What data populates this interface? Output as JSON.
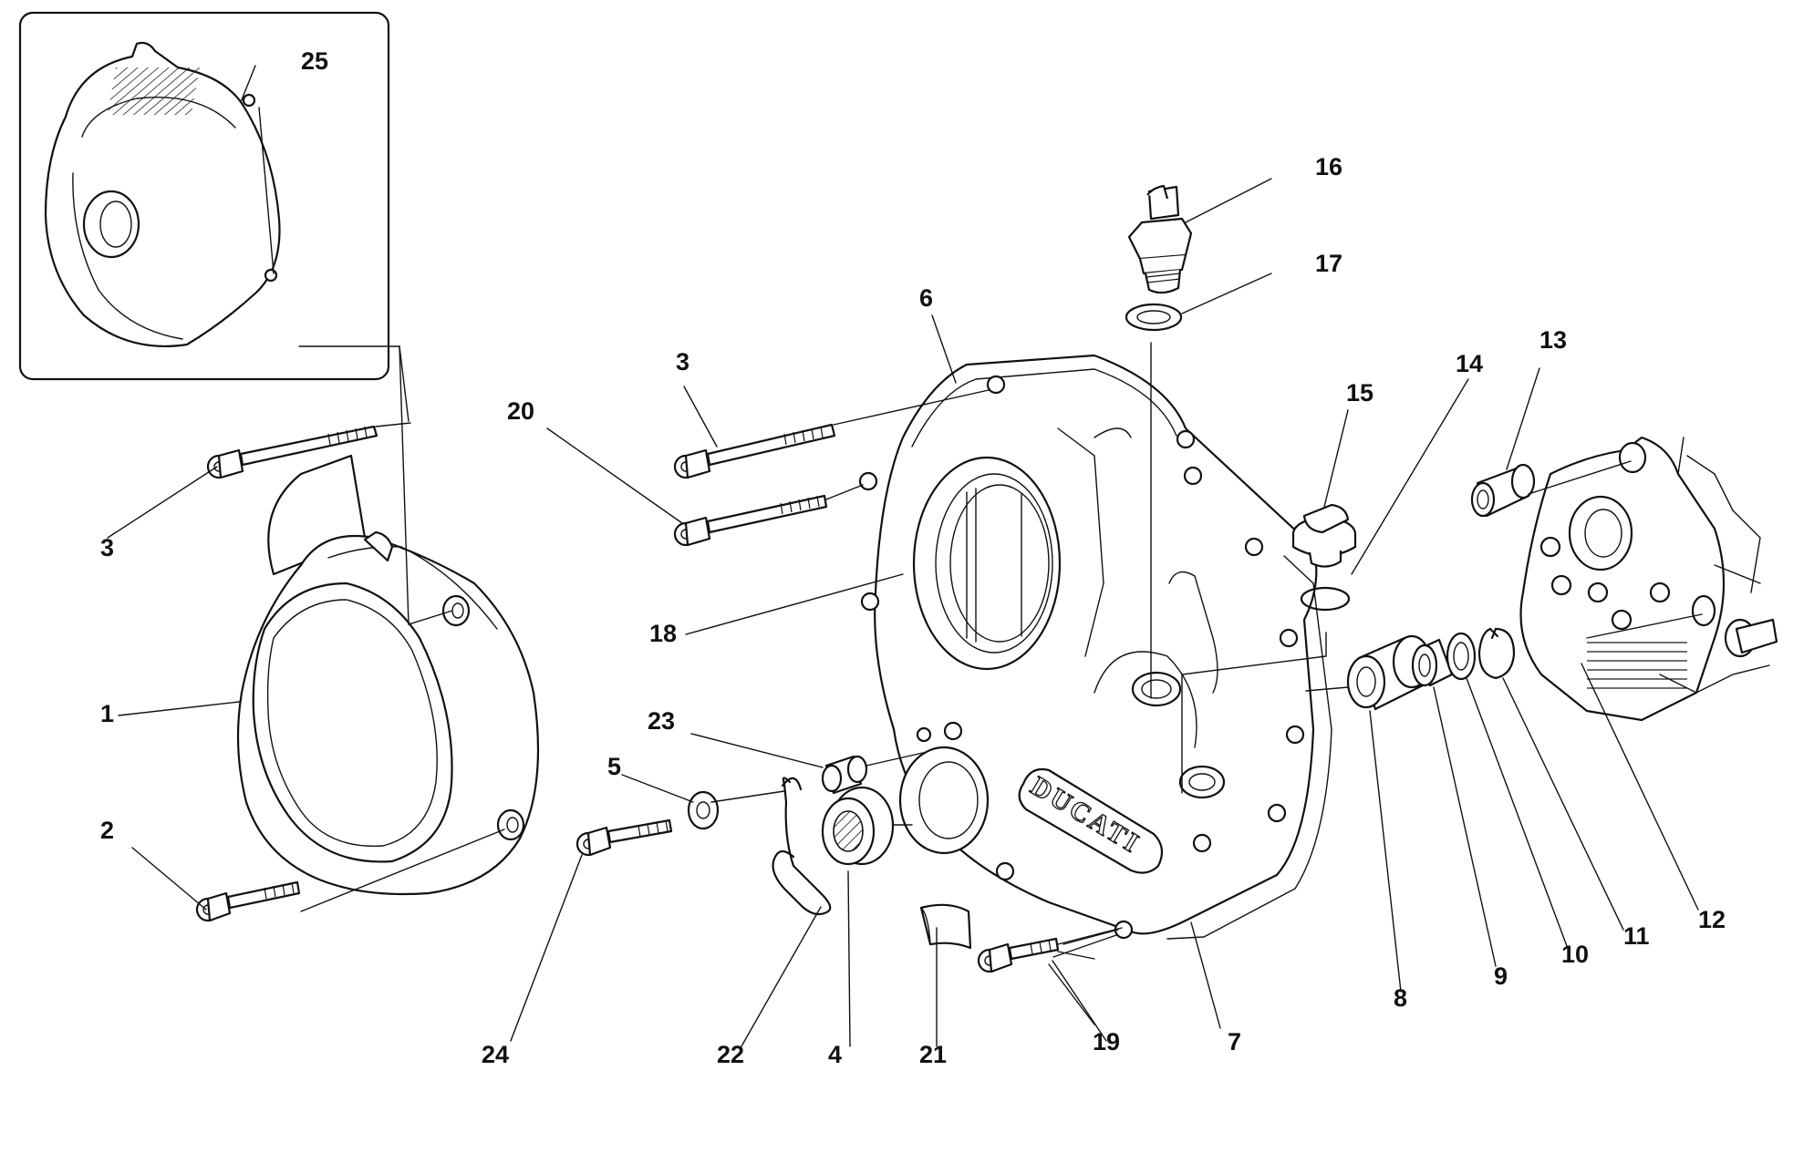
{
  "diagram": {
    "logo_text": "DUCATI",
    "callouts": [
      {
        "id": "callout-1",
        "text": "1"
      },
      {
        "id": "callout-2",
        "text": "2"
      },
      {
        "id": "callout-3a",
        "text": "3"
      },
      {
        "id": "callout-3b",
        "text": "3"
      },
      {
        "id": "callout-4",
        "text": "4"
      },
      {
        "id": "callout-5",
        "text": "5"
      },
      {
        "id": "callout-6",
        "text": "6"
      },
      {
        "id": "callout-7",
        "text": "7"
      },
      {
        "id": "callout-8",
        "text": "8"
      },
      {
        "id": "callout-9",
        "text": "9"
      },
      {
        "id": "callout-10",
        "text": "10"
      },
      {
        "id": "callout-11",
        "text": "11"
      },
      {
        "id": "callout-12",
        "text": "12"
      },
      {
        "id": "callout-13",
        "text": "13"
      },
      {
        "id": "callout-14",
        "text": "14"
      },
      {
        "id": "callout-15",
        "text": "15"
      },
      {
        "id": "callout-16",
        "text": "16"
      },
      {
        "id": "callout-17",
        "text": "17"
      },
      {
        "id": "callout-18",
        "text": "18"
      },
      {
        "id": "callout-19",
        "text": "19"
      },
      {
        "id": "callout-20",
        "text": "20"
      },
      {
        "id": "callout-21",
        "text": "21"
      },
      {
        "id": "callout-22",
        "text": "22"
      },
      {
        "id": "callout-23",
        "text": "23"
      },
      {
        "id": "callout-24",
        "text": "24"
      },
      {
        "id": "callout-25",
        "text": "25"
      }
    ]
  }
}
